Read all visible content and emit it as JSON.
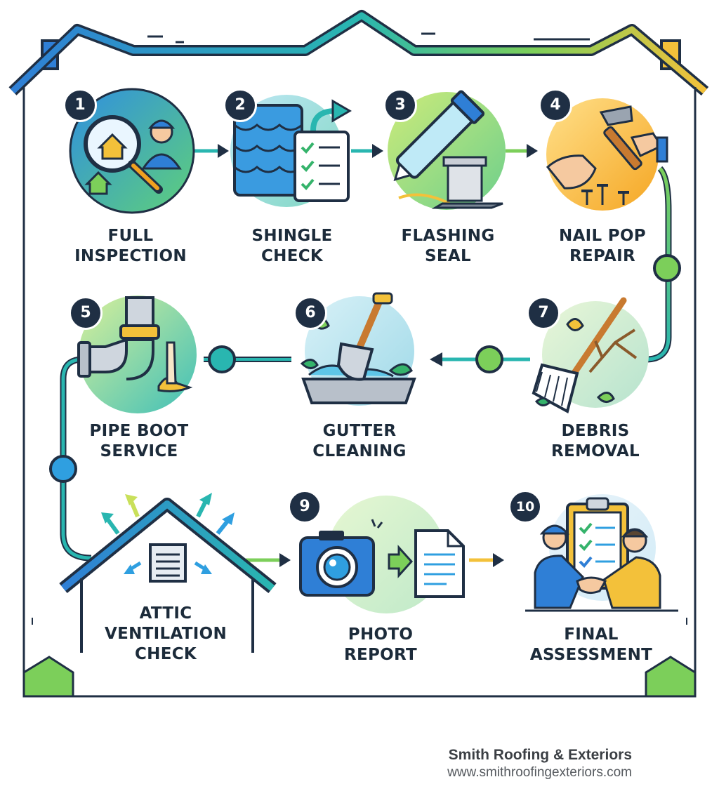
{
  "steps": [
    {
      "number": "1",
      "line1": "FULL",
      "line2": "INSPECTION",
      "line3": ""
    },
    {
      "number": "2",
      "line1": "SHINGLE",
      "line2": "CHECK",
      "line3": ""
    },
    {
      "number": "3",
      "line1": "FLASHING",
      "line2": "SEAL",
      "line3": ""
    },
    {
      "number": "4",
      "line1": "NAIL POP",
      "line2": "REPAIR",
      "line3": ""
    },
    {
      "number": "5",
      "line1": "PIPE BOOT",
      "line2": "SERVICE",
      "line3": ""
    },
    {
      "number": "6",
      "line1": "GUTTER",
      "line2": "CLEANING",
      "line3": ""
    },
    {
      "number": "7",
      "line1": "DEBRIS",
      "line2": "REMOVAL",
      "line3": ""
    },
    {
      "number": "",
      "line1": "ATTIC",
      "line2": "VENTILATION",
      "line3": "CHECK"
    },
    {
      "number": "9",
      "line1": "PHOTO",
      "line2": "REPORT",
      "line3": ""
    },
    {
      "number": "10",
      "line1": "FINAL",
      "line2": "ASSESSMENT",
      "line3": ""
    }
  ],
  "brand": {
    "name": "Smith Roofing & Exteriors",
    "url": "www.smithroofingexteriors.com"
  },
  "colors": {
    "navy": "#1f2f44",
    "blue": "#2f7fd6",
    "teal": "#29b6b0",
    "green": "#7ccf5a",
    "yellow": "#f3c13a"
  }
}
